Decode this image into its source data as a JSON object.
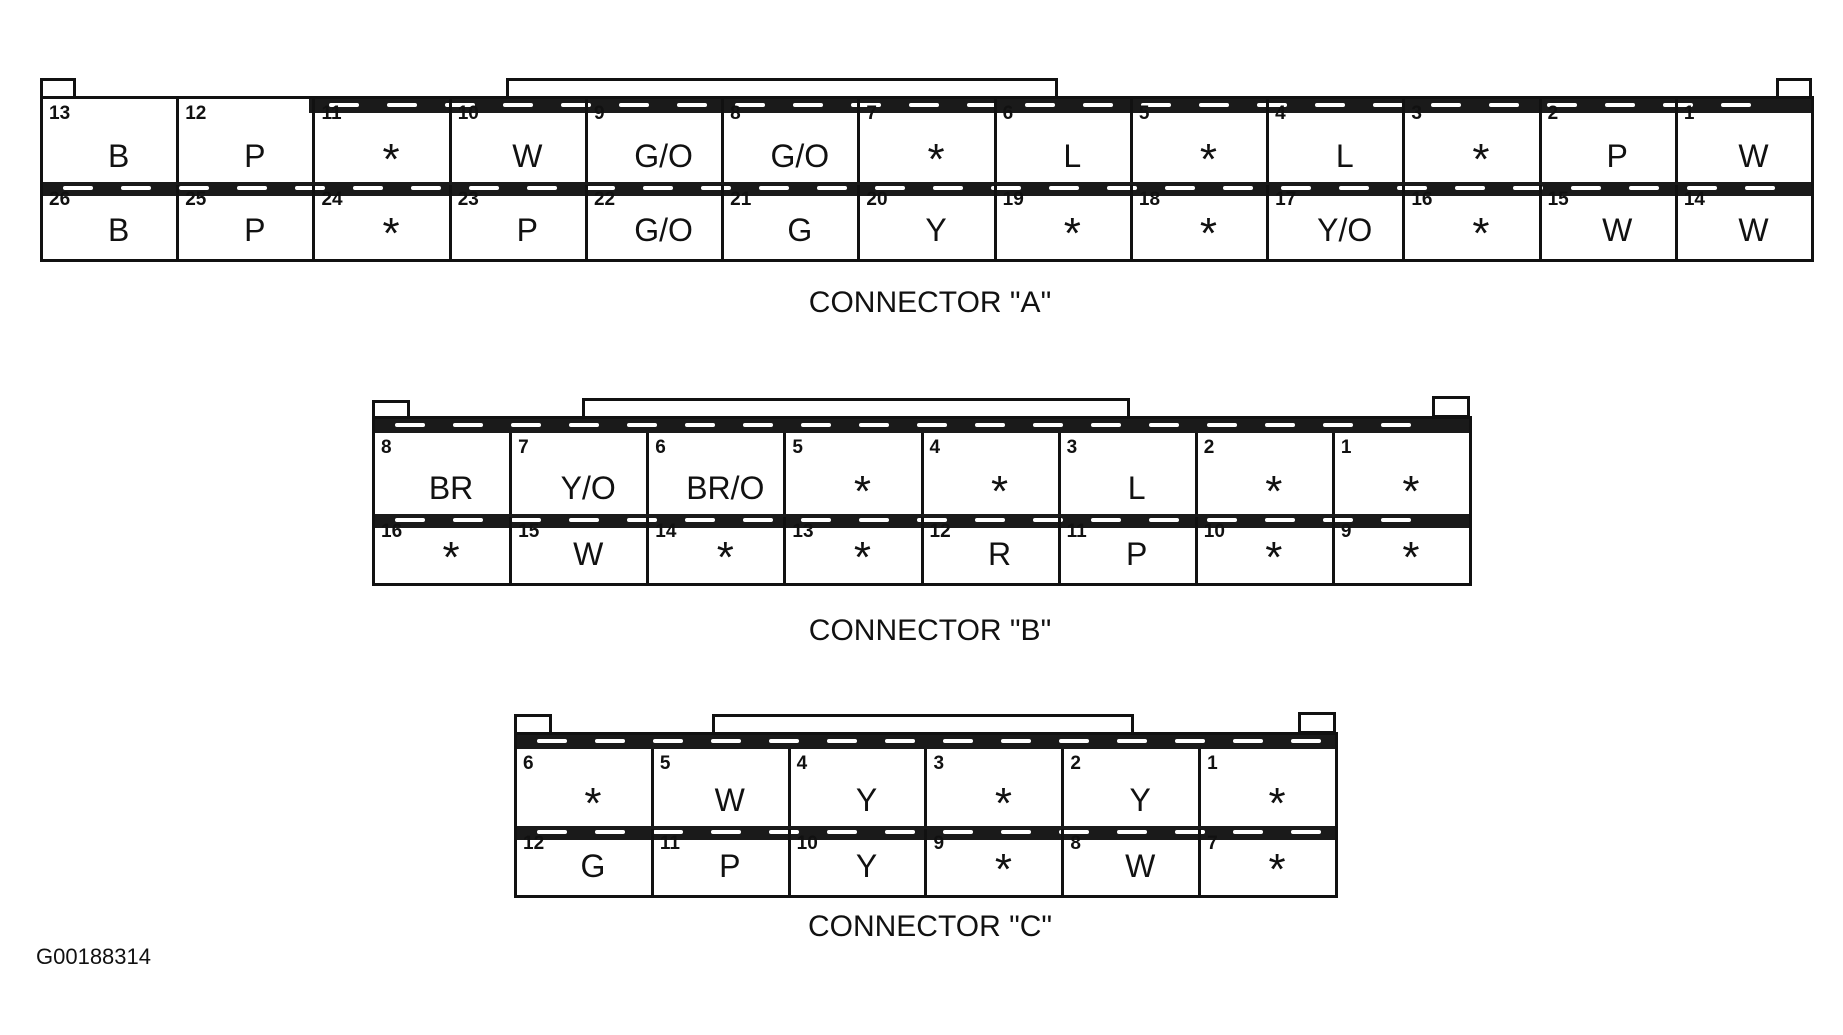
{
  "figure_code": "G00188314",
  "connectors": [
    {
      "label": "CONNECTOR \"A\"",
      "rows": [
        [
          [
            "13",
            "B"
          ],
          [
            "12",
            "P"
          ],
          [
            "11",
            "*"
          ],
          [
            "10",
            "W"
          ],
          [
            "9",
            "G/O"
          ],
          [
            "8",
            "G/O"
          ],
          [
            "7",
            "*"
          ],
          [
            "6",
            "L"
          ],
          [
            "5",
            "*"
          ],
          [
            "4",
            "L"
          ],
          [
            "3",
            "*"
          ],
          [
            "2",
            "P"
          ],
          [
            "1",
            "W"
          ]
        ],
        [
          [
            "26",
            "B"
          ],
          [
            "25",
            "P"
          ],
          [
            "24",
            "*"
          ],
          [
            "23",
            "P"
          ],
          [
            "22",
            "G/O"
          ],
          [
            "21",
            "G"
          ],
          [
            "20",
            "Y"
          ],
          [
            "19",
            "*"
          ],
          [
            "18",
            "*"
          ],
          [
            "17",
            "Y/O"
          ],
          [
            "16",
            "*"
          ],
          [
            "15",
            "W"
          ],
          [
            "14",
            "W"
          ]
        ]
      ]
    },
    {
      "label": "CONNECTOR \"B\"",
      "rows": [
        [
          [
            "8",
            "BR"
          ],
          [
            "7",
            "Y/O"
          ],
          [
            "6",
            "BR/O"
          ],
          [
            "5",
            "*"
          ],
          [
            "4",
            "*"
          ],
          [
            "3",
            "L"
          ],
          [
            "2",
            "*"
          ],
          [
            "1",
            "*"
          ]
        ],
        [
          [
            "16",
            "*"
          ],
          [
            "15",
            "W"
          ],
          [
            "14",
            "*"
          ],
          [
            "13",
            "*"
          ],
          [
            "12",
            "R"
          ],
          [
            "11",
            "P"
          ],
          [
            "10",
            "*"
          ],
          [
            "9",
            "*"
          ]
        ]
      ]
    },
    {
      "label": "CONNECTOR \"C\"",
      "rows": [
        [
          [
            "6",
            "*"
          ],
          [
            "5",
            "W"
          ],
          [
            "4",
            "Y"
          ],
          [
            "3",
            "*"
          ],
          [
            "2",
            "Y"
          ],
          [
            "1",
            "*"
          ]
        ],
        [
          [
            "12",
            "G"
          ],
          [
            "11",
            "P"
          ],
          [
            "10",
            "Y"
          ],
          [
            "9",
            "*"
          ],
          [
            "8",
            "W"
          ],
          [
            "7",
            "*"
          ]
        ]
      ]
    }
  ]
}
